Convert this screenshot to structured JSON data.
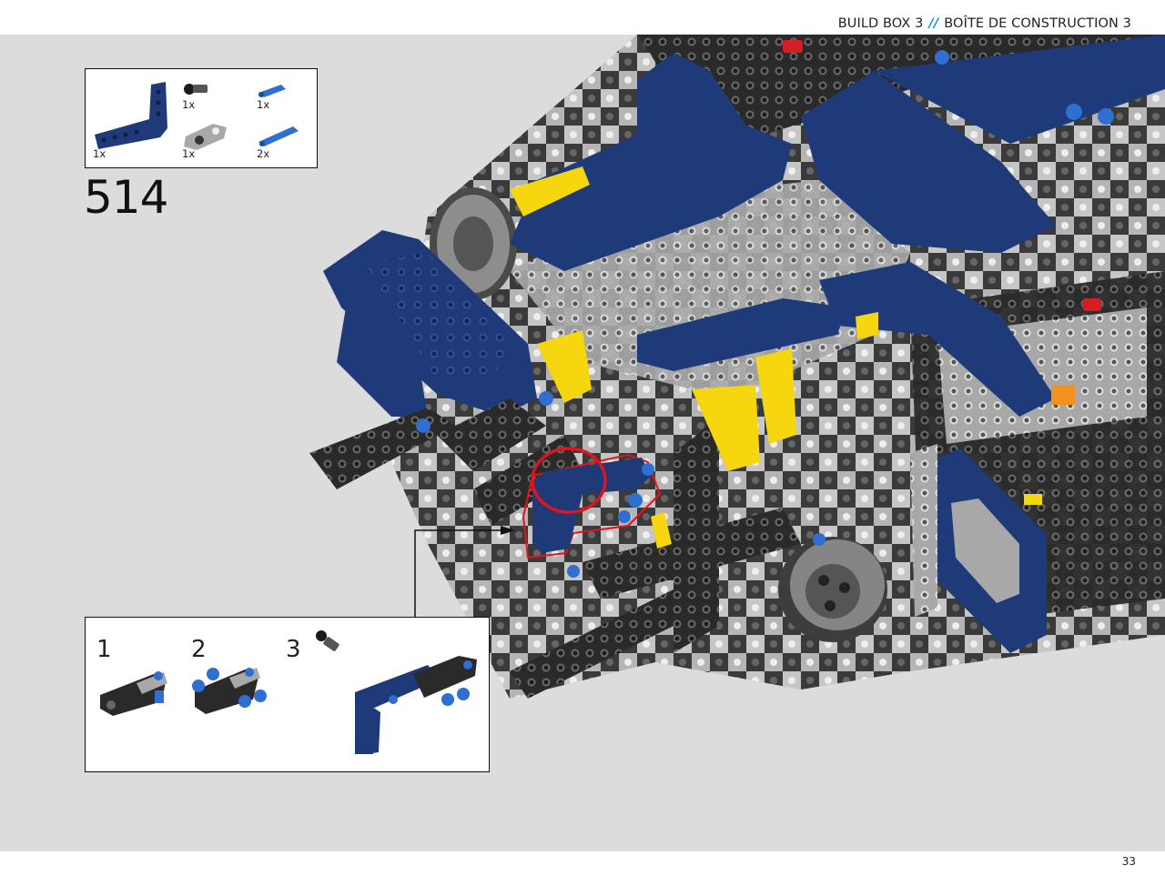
{
  "header": {
    "build_box_en": "BUILD BOX 3",
    "separator": "//",
    "build_box_fr": "BOÎTE DE CONSTRUCTION 3"
  },
  "parts_list": [
    {
      "part": "blue-angled-beam",
      "qty": "1x"
    },
    {
      "part": "black-pin-with-axle",
      "qty": "1x"
    },
    {
      "part": "gray-connector",
      "qty": "1x"
    },
    {
      "part": "blue-pin-short",
      "qty": "1x"
    },
    {
      "part": "blue-pin-long",
      "qty": "2x"
    }
  ],
  "step_number": "514",
  "subassembly_steps": [
    "1",
    "2",
    "3"
  ],
  "page_number": "33",
  "colors": {
    "accent": "#1a8fd6",
    "canvas_bg": "#dcdcdc",
    "lego_dark_blue": "#1e3a78",
    "lego_black": "#2a2a2a",
    "lego_gray": "#a8a8a8",
    "lego_yellow": "#f5d60f",
    "lego_blue_pin": "#2f6fd1",
    "highlight_red": "#e0141e"
  }
}
